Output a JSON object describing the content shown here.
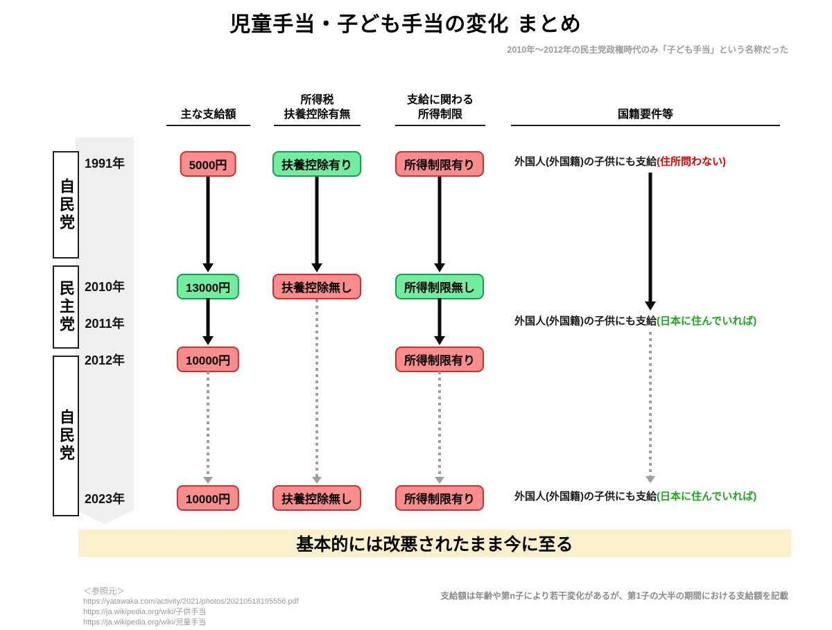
{
  "title": "児童手当・子ども手当の変化 まとめ",
  "subtitle": "2010年～2012年の民主党政権時代のみ「子ども手当」という名称だった",
  "columns": {
    "amount": {
      "line1": "主な支給額"
    },
    "deduction": {
      "line1": "所得税",
      "line2": "扶養控除有無"
    },
    "limit": {
      "line1": "支給に関わる",
      "line2": "所得制限"
    },
    "nationality": {
      "line1": "国籍要件等"
    }
  },
  "timeline": {
    "parties": {
      "p1": "自民党",
      "p2": "民主党",
      "p3": "自民党"
    },
    "years": {
      "y1991": "1991年",
      "y2010": "2010年",
      "y2011": "2011年",
      "y2012": "2012年",
      "y2023": "2023年"
    }
  },
  "badges": {
    "r1991": {
      "amount": "5000円",
      "deduction": "扶養控除有り",
      "limit": "所得制限有り"
    },
    "r2010": {
      "amount": "13000円",
      "deduction": "扶養控除無し",
      "limit": "所得制限無し"
    },
    "r2012": {
      "amount": "10000円",
      "limit": "所得制限有り"
    },
    "r2023": {
      "amount": "10000円",
      "deduction": "扶養控除無し",
      "limit": "所得制限有り"
    }
  },
  "notes": {
    "n1991": {
      "base": "外国人(外国籍)の子供にも支給",
      "highlight": "(住所問わない)"
    },
    "n2011": {
      "base": "外国人(外国籍)の子供にも支給",
      "highlight": "(日本に住んでいれば)"
    },
    "n2023": {
      "base": "外国人(外国籍)の子供にも支給",
      "highlight": "(日本に住んでいれば)"
    }
  },
  "banner": "基本的には改悪されたまま今に至る",
  "footer": {
    "sources_label": "＜参照元＞",
    "sources": {
      "url1": "https://yatawaka.com/activity/2021/photos/20210518195556.pdf",
      "url2": "https://ja.wikipedia.org/wiki/子供手当",
      "url3": "https://ja.wikipedia.org/wiki/児童手当"
    },
    "note": "支給額は年齢や第n子により若干変化があるが、第1子の大半の期間における支給額を記載"
  },
  "colors": {
    "red_fill": "#F98C8C",
    "red_border": "#D02C2C",
    "green_fill": "#74EC9F",
    "green_border": "#0CA24D",
    "banner_bg": "#FAF0CB",
    "rail_gray": "#EFEFEF",
    "dot_gray": "#9E9E9E",
    "note_red": "#E60000",
    "note_green": "#1FA41F"
  }
}
